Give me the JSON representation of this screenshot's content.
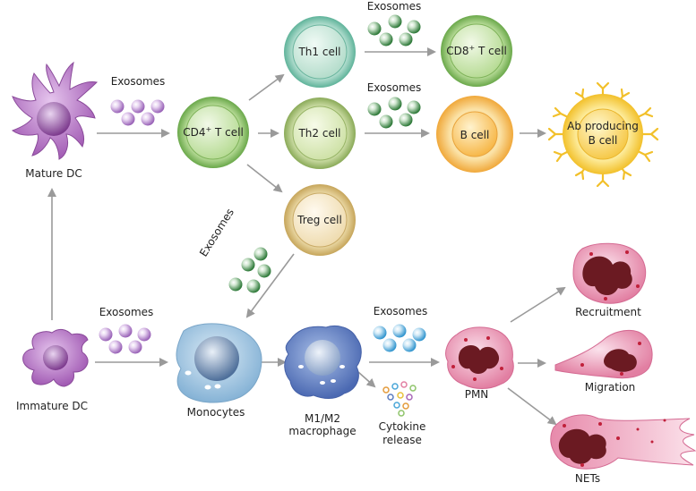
{
  "labels": {
    "mature_dc": "Mature DC",
    "immature_dc": "Immature DC",
    "cd4_prefix": "CD4",
    "cd4_suffix": " T cell",
    "th1": "Th1 cell",
    "th2": "Th2 cell",
    "treg": "Treg cell",
    "cd8_prefix": "CD8",
    "cd8_suffix": " T cell",
    "b_cell": "B cell",
    "ab_line1": "Ab producing",
    "ab_line2": "B cell",
    "monocytes": "Monocytes",
    "macrophage_line1": "M1/M2",
    "macrophage_line2": "macrophage",
    "cytokine_line1": "Cytokine",
    "cytokine_line2": "release",
    "pmn": "PMN",
    "recruitment": "Recruitment",
    "migration": "Migration",
    "nets": "NETs",
    "superscript_plus": "+",
    "exosomes": "Exosomes"
  },
  "colors": {
    "arrow": "#9a9a9a",
    "dc_purple": "#a867b8",
    "exosome_purple": "#b58bcf",
    "exosome_green": "#3f8a4a",
    "exosome_blue": "#4aa6d8",
    "t_cell_green": "#8fc46a",
    "b_cell_orange": "#f5b84a",
    "b_cell_yellow": "#f7d34a",
    "monocyte_blue": "#8fb8d8",
    "macrophage_blue": "#5b7cc0",
    "pmn_pink": "#e58aa8",
    "nucleus_dark": "#6b1a22"
  }
}
